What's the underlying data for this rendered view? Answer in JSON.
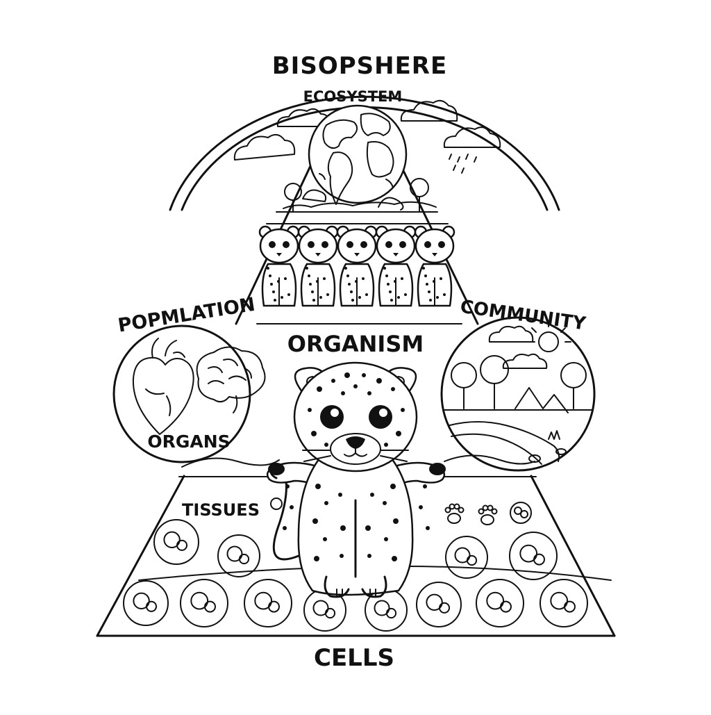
{
  "labels": {
    "biosphere": "BISOPSHERE",
    "ecosystem": "ECOSYSTEM",
    "population": "POPMLATION",
    "community": "COMMUNITY",
    "organism": "ORGANISM",
    "organs": "ORGANS",
    "tissues": "TISSUES",
    "cells": "CELLS"
  },
  "icons": {
    "globe": "globe-icon",
    "cloud": "cloud-icon",
    "rain-cloud": "rain-cloud-icon",
    "sun": "sun-icon",
    "tree": "tree-icon",
    "heart": "heart-icon",
    "brain": "brain-icon",
    "leopard": "leopard-icon",
    "paw": "paw-print-icon",
    "cell": "cell-icon"
  },
  "colors": {
    "line": "#111111",
    "background": "#ffffff"
  }
}
